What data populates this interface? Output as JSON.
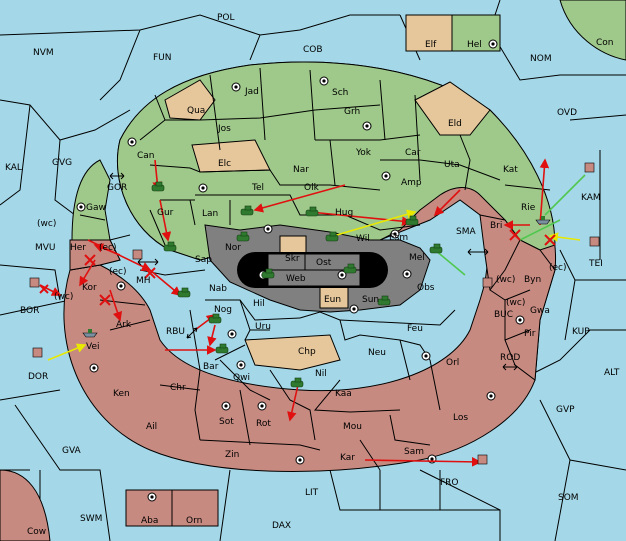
{
  "colors": {
    "sea": "#a4d8e8",
    "green": "#9fc98a",
    "red": "#c78a80",
    "tan": "#e6c79b",
    "gray": "#808080",
    "black": "#000000",
    "order_red": "#e01010",
    "order_yellow": "#e8e800",
    "order_green": "#50c850"
  },
  "sea_labels": [
    {
      "id": "POL",
      "text": "POL"
    },
    {
      "id": "NVM",
      "text": "NVM"
    },
    {
      "id": "FUN",
      "text": "FUN"
    },
    {
      "id": "COB",
      "text": "COB"
    },
    {
      "id": "NOM",
      "text": "NOM"
    },
    {
      "id": "Con",
      "text": "Con"
    },
    {
      "id": "OVD",
      "text": "OVD"
    },
    {
      "id": "KAL",
      "text": "KAL"
    },
    {
      "id": "GVG",
      "text": "GVG"
    },
    {
      "id": "GOR",
      "text": "GOR"
    },
    {
      "id": "KAM",
      "text": "KAM"
    },
    {
      "id": "MVU",
      "text": "MVU"
    },
    {
      "id": "SMA",
      "text": "SMA"
    },
    {
      "id": "TEI",
      "text": "TEI"
    },
    {
      "id": "BOR",
      "text": "BOR"
    },
    {
      "id": "MH",
      "text": "MH"
    },
    {
      "id": "RBU",
      "text": "RBU"
    },
    {
      "id": "BUC",
      "text": "BUC"
    },
    {
      "id": "KUP",
      "text": "KUP"
    },
    {
      "id": "DOR",
      "text": "DOR"
    },
    {
      "id": "ROD",
      "text": "ROD"
    },
    {
      "id": "ALT",
      "text": "ALT"
    },
    {
      "id": "GVP",
      "text": "GVP"
    },
    {
      "id": "GVA",
      "text": "GVA"
    },
    {
      "id": "FRO",
      "text": "FRO"
    },
    {
      "id": "LIT",
      "text": "LIT"
    },
    {
      "id": "SOM",
      "text": "SOM"
    },
    {
      "id": "SWM",
      "text": "SWM"
    },
    {
      "id": "DAX",
      "text": "DAX"
    },
    {
      "id": "Cow",
      "text": "Cow"
    }
  ],
  "land_labels": [
    {
      "id": "Elf",
      "text": "Elf"
    },
    {
      "id": "Hel",
      "text": "Hel"
    },
    {
      "id": "Jad",
      "text": "Jad"
    },
    {
      "id": "Sch",
      "text": "Sch"
    },
    {
      "id": "Qua",
      "text": "Qua"
    },
    {
      "id": "Jos",
      "text": "Jos"
    },
    {
      "id": "Grh",
      "text": "Grh"
    },
    {
      "id": "Eld",
      "text": "Eld"
    },
    {
      "id": "Can",
      "text": "Can"
    },
    {
      "id": "Elc",
      "text": "Elc"
    },
    {
      "id": "Nar",
      "text": "Nar"
    },
    {
      "id": "Yok",
      "text": "Yok"
    },
    {
      "id": "Car",
      "text": "Car"
    },
    {
      "id": "Uta",
      "text": "Uta"
    },
    {
      "id": "Kat",
      "text": "Kat"
    },
    {
      "id": "Tel",
      "text": "Tel"
    },
    {
      "id": "Olk",
      "text": "Olk"
    },
    {
      "id": "Amp",
      "text": "Amp"
    },
    {
      "id": "Gaw",
      "text": "Gaw"
    },
    {
      "id": "Gur",
      "text": "Gur"
    },
    {
      "id": "Lan",
      "text": "Lan"
    },
    {
      "id": "Hug",
      "text": "Hug"
    },
    {
      "id": "Rie",
      "text": "Rie"
    },
    {
      "id": "Bri",
      "text": "Bri"
    },
    {
      "id": "Esm",
      "text": "Esm"
    },
    {
      "id": "Wil",
      "text": "Wil"
    },
    {
      "id": "Nor",
      "text": "Nor"
    },
    {
      "id": "Skr",
      "text": "Skr"
    },
    {
      "id": "Her",
      "text": "Her"
    },
    {
      "id": "wc1",
      "text": "(wc)"
    },
    {
      "id": "Sap",
      "text": "Sap"
    },
    {
      "id": "Ost",
      "text": "Ost"
    },
    {
      "id": "Mel",
      "text": "Mel"
    },
    {
      "id": "Web",
      "text": "Web"
    },
    {
      "id": "ec1",
      "text": "(ec)"
    },
    {
      "id": "Byn",
      "text": "Byn"
    },
    {
      "id": "ec2",
      "text": "(ec)"
    },
    {
      "id": "ec3",
      "text": "(ec)"
    },
    {
      "id": "wc2",
      "text": "(wc)"
    },
    {
      "id": "Kor",
      "text": "Kor"
    },
    {
      "id": "wc3",
      "text": "(wc)"
    },
    {
      "id": "Nab",
      "text": "Nab"
    },
    {
      "id": "Obs",
      "text": "Obs"
    },
    {
      "id": "Eun",
      "text": "Eun"
    },
    {
      "id": "Sun",
      "text": "Sun"
    },
    {
      "id": "wc4",
      "text": "(wc)"
    },
    {
      "id": "Gwa",
      "text": "Gwa"
    },
    {
      "id": "Hil",
      "text": "Hil"
    },
    {
      "id": "Ark",
      "text": "Ark"
    },
    {
      "id": "Nog",
      "text": "Nog"
    },
    {
      "id": "Uru",
      "text": "Uru"
    },
    {
      "id": "Feu",
      "text": "Feu"
    },
    {
      "id": "Pir",
      "text": "Pir"
    },
    {
      "id": "Vei",
      "text": "Vei"
    },
    {
      "id": "Chp",
      "text": "Chp"
    },
    {
      "id": "Neu",
      "text": "Neu"
    },
    {
      "id": "Bar",
      "text": "Bar"
    },
    {
      "id": "Qwi",
      "text": "Qwi"
    },
    {
      "id": "Orl",
      "text": "Orl"
    },
    {
      "id": "Nil",
      "text": "Nil"
    },
    {
      "id": "Ken",
      "text": "Ken"
    },
    {
      "id": "Chr",
      "text": "Chr"
    },
    {
      "id": "Kaa",
      "text": "Kaa"
    },
    {
      "id": "Ail",
      "text": "Ail"
    },
    {
      "id": "Sot",
      "text": "Sot"
    },
    {
      "id": "Rot",
      "text": "Rot"
    },
    {
      "id": "Mou",
      "text": "Mou"
    },
    {
      "id": "Los",
      "text": "Los"
    },
    {
      "id": "Zin",
      "text": "Zin"
    },
    {
      "id": "Kar",
      "text": "Kar"
    },
    {
      "id": "Sam",
      "text": "Sam"
    },
    {
      "id": "Aba",
      "text": "Aba"
    },
    {
      "id": "Orn",
      "text": "Orn"
    }
  ]
}
